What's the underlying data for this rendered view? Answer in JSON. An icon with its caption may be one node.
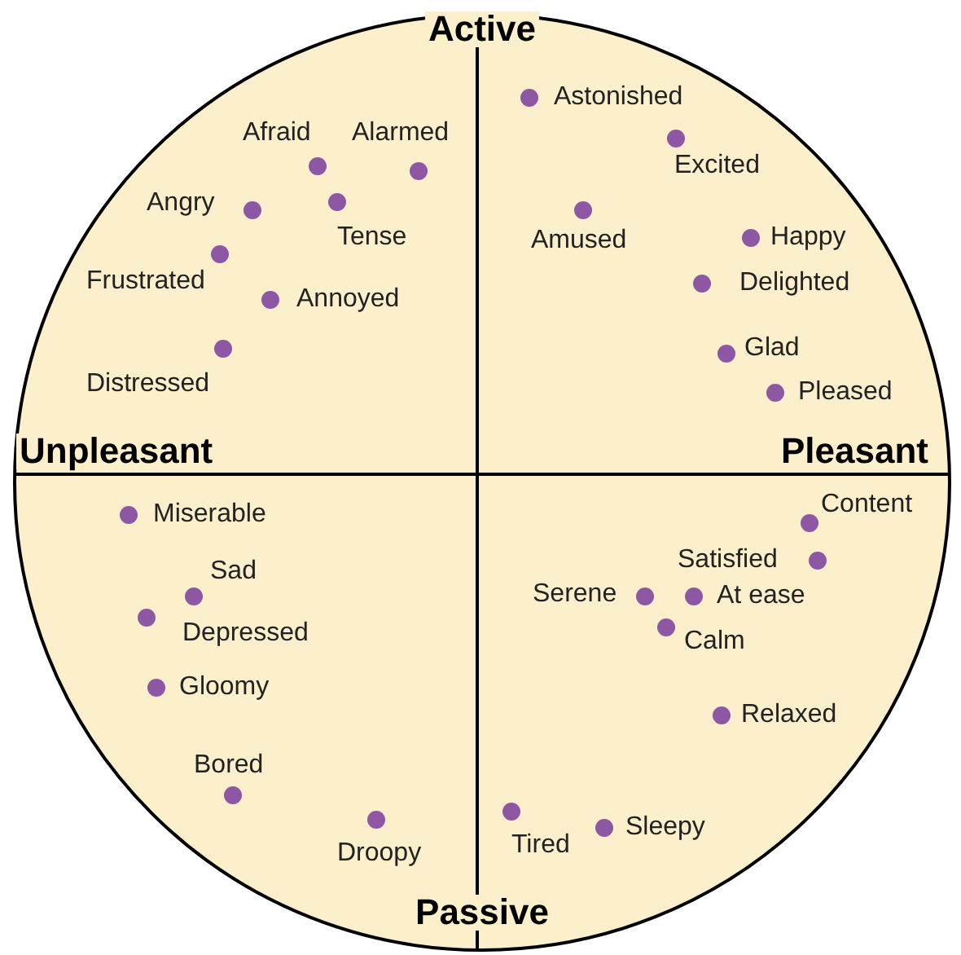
{
  "diagram": {
    "labels": [
      "Active",
      "Astonished",
      "Afraid",
      "Alarmed",
      "Excited",
      "Angry",
      "Tense",
      "Amused",
      "Happy",
      "Frustrated",
      "Delighted",
      "Annoyed",
      "Glad",
      "Distressed",
      "Pleased",
      "Unpleasant",
      "Pleasant",
      "Content",
      "Miserable",
      "Satisfied",
      "Sad",
      "Serene",
      "At ease",
      "Depressed",
      "Calm",
      "Gloomy",
      "Relaxed",
      "Bored",
      "Tired",
      "Sleepy",
      "Droopy",
      "Passive"
    ]
  }
}
